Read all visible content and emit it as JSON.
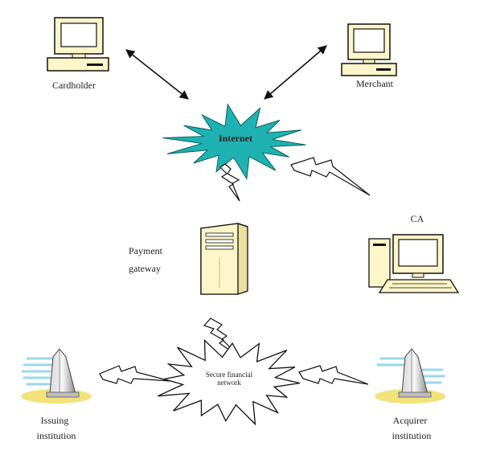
{
  "nodes": {
    "cardholder": {
      "label": "Cardholder"
    },
    "merchant": {
      "label": "Merchant"
    },
    "internet": {
      "label": "Internet"
    },
    "ca": {
      "label": "CA"
    },
    "payment_gateway": {
      "label_line1": "Payment",
      "label_line2": "gateway"
    },
    "secure_network": {
      "label_line1": "Secure financial",
      "label_line2": "network"
    },
    "issuing": {
      "label_line1": "Issuing",
      "label_line2": "institution"
    },
    "acquirer": {
      "label_line1": "Acquirer",
      "label_line2": "institution"
    }
  },
  "colors": {
    "internet_burst": "#1fb2b2",
    "monitor_fill": "#fdf6c8",
    "building_shadow": "#9ad8e8",
    "building_base": "#f2e27a"
  }
}
